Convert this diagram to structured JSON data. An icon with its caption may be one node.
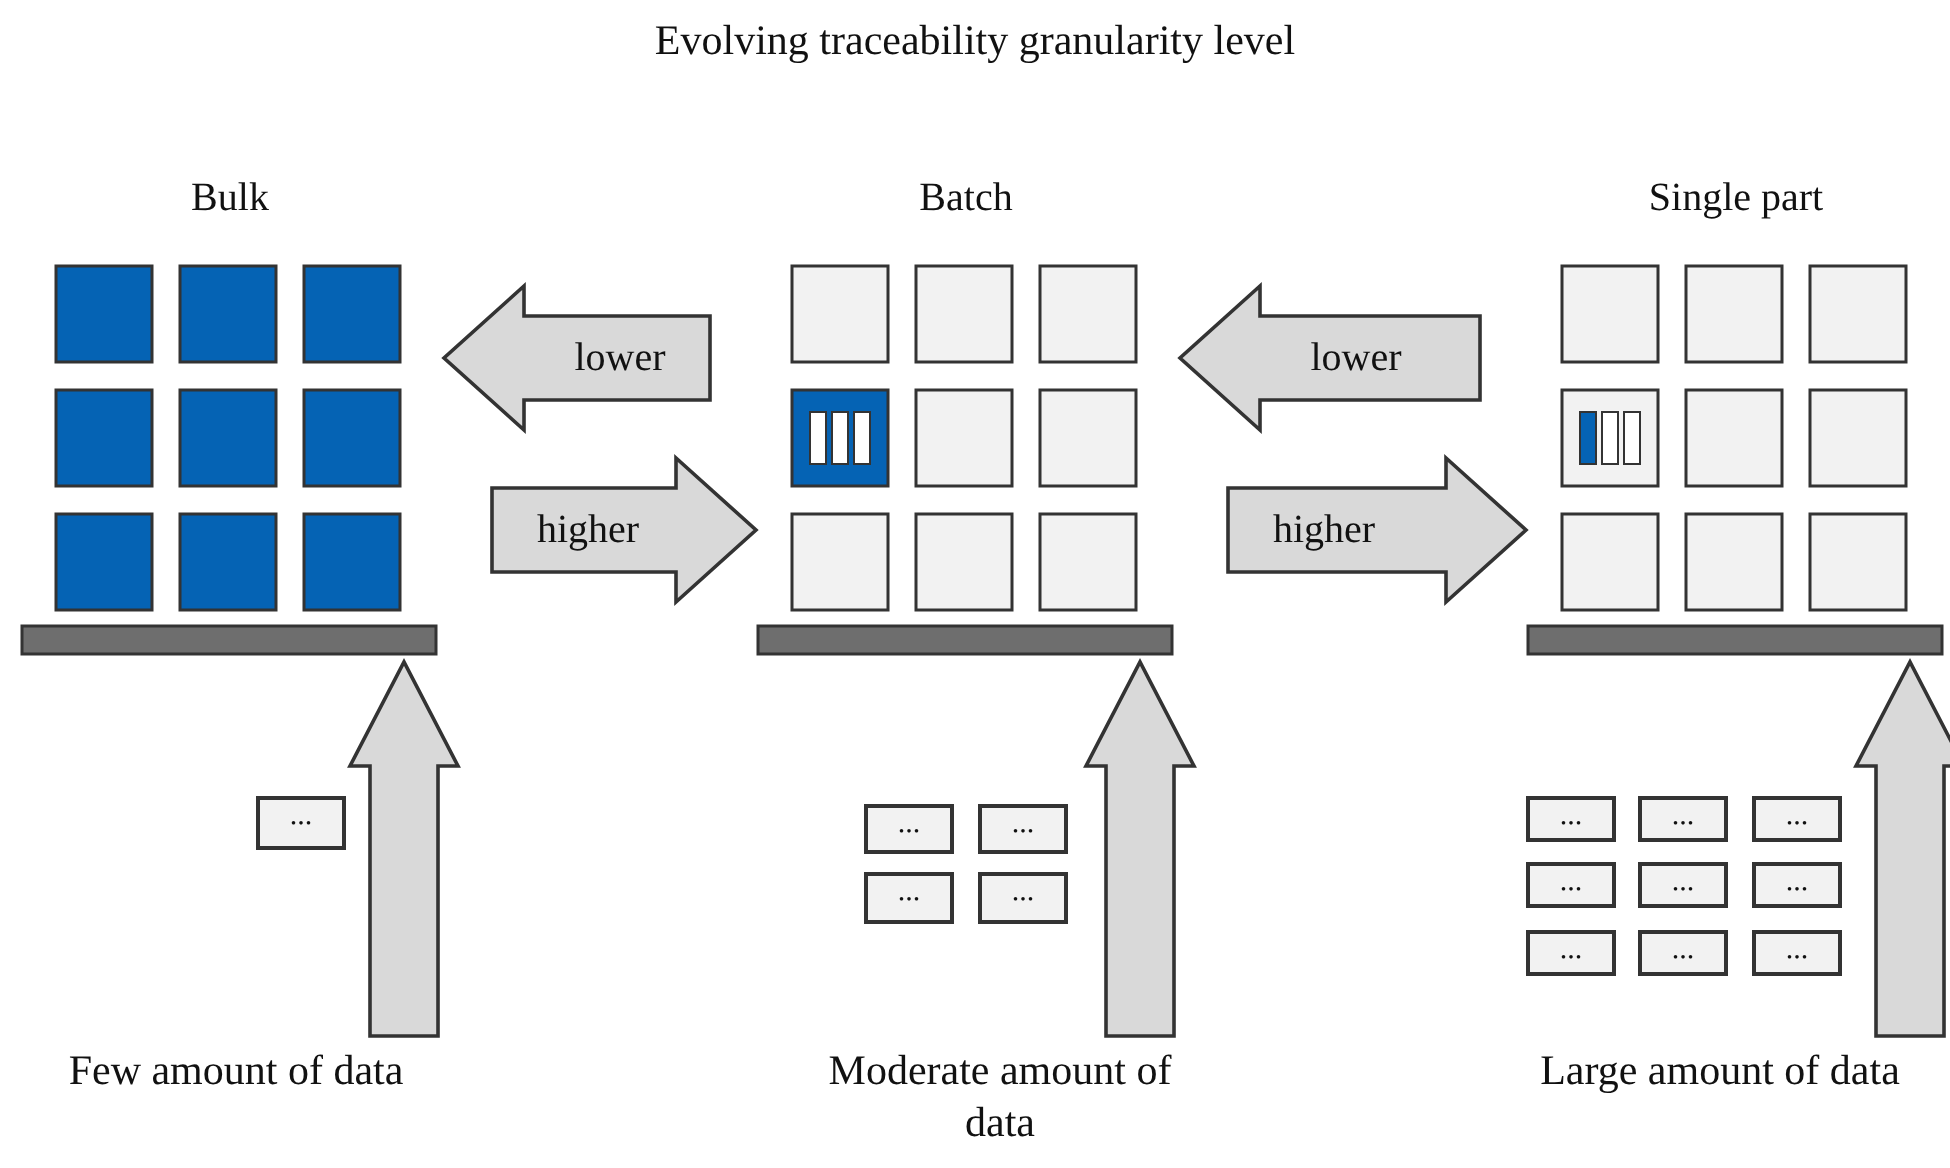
{
  "diagram": {
    "title": "Evolving traceability granularity level",
    "nodes": [
      {
        "text": [
          "Bulk"
        ]
      },
      {
        "text": [
          "Batch"
        ]
      },
      {
        "text": [
          "Single part"
        ]
      },
      {
        "text": [
          "Few amount of data"
        ]
      },
      {
        "text": [
          "Moderate amount of data"
        ]
      },
      {
        "text": [
          "Large amount of data"
        ]
      },
      {
        "text": [
          "..."
        ]
      },
      {
        "text": [
          "..."
        ]
      },
      {
        "text": [
          "..."
        ]
      },
      {
        "text": [
          "..."
        ]
      },
      {
        "text": [
          "..."
        ]
      },
      {
        "text": [
          "..."
        ]
      },
      {
        "text": [
          "..."
        ]
      },
      {
        "text": [
          "..."
        ]
      },
      {
        "text": [
          "..."
        ]
      },
      {
        "text": [
          "..."
        ]
      },
      {
        "text": [
          "..."
        ]
      },
      {
        "text": [
          "..."
        ]
      },
      {
        "text": [
          "..."
        ]
      },
      {
        "text": [
          "..."
        ]
      }
    ],
    "edges": [
      {
        "from": 1,
        "to": 0,
        "arrow": "to",
        "label": "lower"
      },
      {
        "from": 0,
        "to": 1,
        "arrow": "to",
        "label": "higher"
      },
      {
        "from": 2,
        "to": 1,
        "arrow": "to",
        "label": "lower"
      },
      {
        "from": 1,
        "to": 2,
        "arrow": "to",
        "label": "higher"
      },
      {
        "from": 3,
        "to": 0,
        "arrow": "to"
      },
      {
        "from": 4,
        "to": 1,
        "arrow": "to"
      },
      {
        "from": 5,
        "to": 2,
        "arrow": "to"
      }
    ]
  }
}
